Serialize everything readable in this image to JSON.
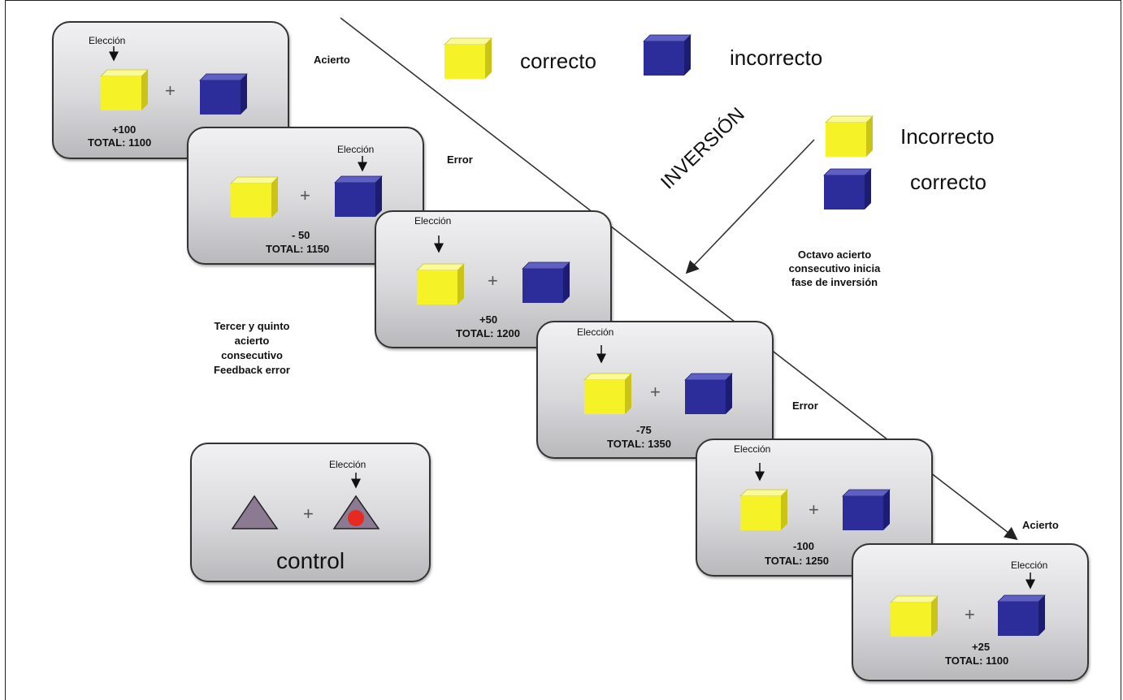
{
  "legend": {
    "top_yellow": "correcto",
    "top_blue": "incorrecto",
    "rev_yellow": "Incorrecto",
    "rev_blue": "correcto"
  },
  "inversion_label": "INVERSIÓN",
  "choice_label": "Elección",
  "cards": [
    {
      "score": "+100",
      "total": "TOTAL: 1100",
      "outcome": "Acierto"
    },
    {
      "score": "- 50",
      "total": "TOTAL: 1150",
      "outcome": "Error"
    },
    {
      "score": "+50",
      "total": "TOTAL: 1200",
      "outcome": ""
    },
    {
      "score": "-75",
      "total": "TOTAL: 1350",
      "outcome": "Error"
    },
    {
      "score": "-100",
      "total": "TOTAL: 1250",
      "outcome": ""
    },
    {
      "score": "+25",
      "total": "TOTAL: 1100",
      "outcome": "Acierto"
    }
  ],
  "notes": {
    "left_l1": "Tercer y quinto",
    "left_l2": "acierto",
    "left_l3": "consecutivo",
    "left_l4": "Feedback error",
    "right_l1": "Octavo acierto",
    "right_l2": "consecutivo inicia",
    "right_l3": "fase de inversión"
  },
  "control": {
    "label": "control"
  },
  "plus": "+",
  "colors": {
    "yellow": "#f5f227",
    "blue": "#2a2a96",
    "triangle": "#8c7a92",
    "dot": "#e62a1f"
  }
}
